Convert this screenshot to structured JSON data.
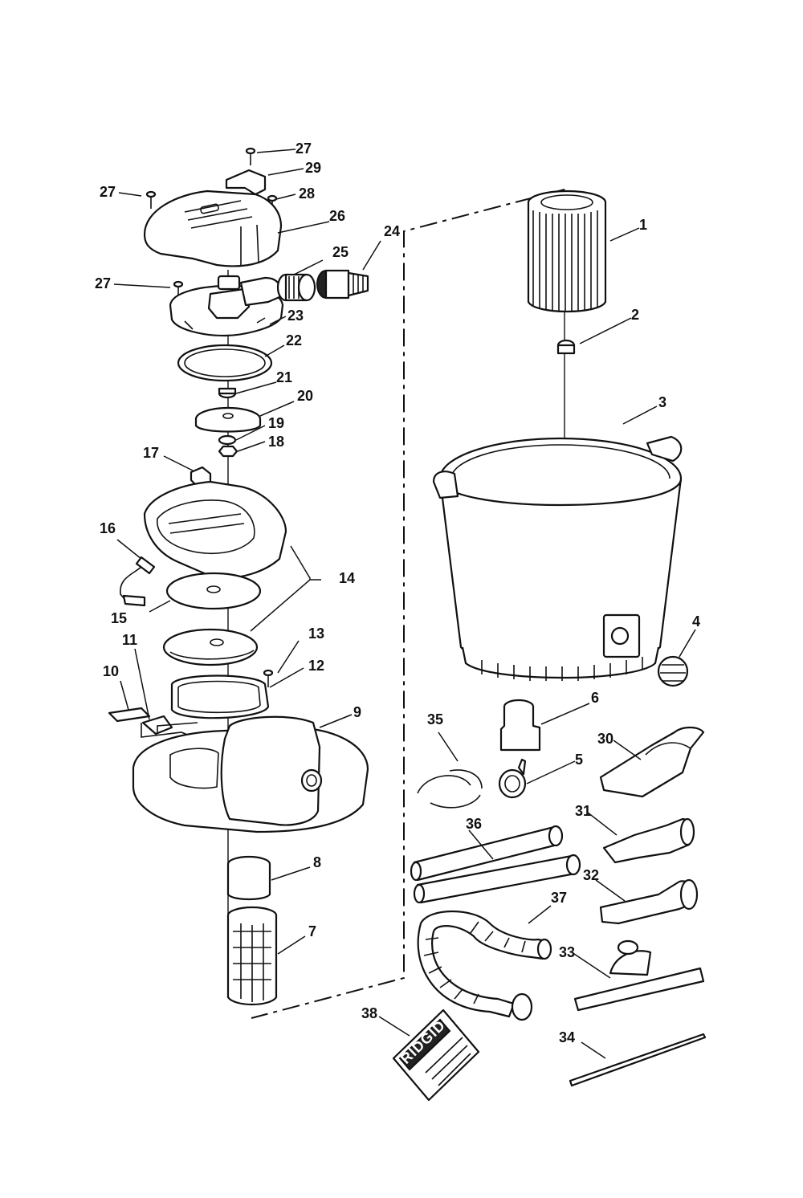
{
  "brand_text": "RIDGID",
  "callouts": [
    {
      "id": "c1",
      "text": "1"
    },
    {
      "id": "c2",
      "text": "2"
    },
    {
      "id": "c3",
      "text": "3"
    },
    {
      "id": "c4",
      "text": "4"
    },
    {
      "id": "c5",
      "text": "5"
    },
    {
      "id": "c6",
      "text": "6"
    },
    {
      "id": "c7",
      "text": "7"
    },
    {
      "id": "c8",
      "text": "8"
    },
    {
      "id": "c9",
      "text": "9"
    },
    {
      "id": "c10",
      "text": "10"
    },
    {
      "id": "c11",
      "text": "11"
    },
    {
      "id": "c12",
      "text": "12"
    },
    {
      "id": "c13",
      "text": "13"
    },
    {
      "id": "c14",
      "text": "14"
    },
    {
      "id": "c15",
      "text": "15"
    },
    {
      "id": "c16",
      "text": "16"
    },
    {
      "id": "c17",
      "text": "17"
    },
    {
      "id": "c18",
      "text": "18"
    },
    {
      "id": "c19",
      "text": "19"
    },
    {
      "id": "c20",
      "text": "20"
    },
    {
      "id": "c21",
      "text": "21"
    },
    {
      "id": "c22",
      "text": "22"
    },
    {
      "id": "c23",
      "text": "23"
    },
    {
      "id": "c24",
      "text": "24"
    },
    {
      "id": "c25",
      "text": "25"
    },
    {
      "id": "c26",
      "text": "26"
    },
    {
      "id": "c27a",
      "text": "27"
    },
    {
      "id": "c27b",
      "text": "27"
    },
    {
      "id": "c27c",
      "text": "27"
    },
    {
      "id": "c28",
      "text": "28"
    },
    {
      "id": "c29",
      "text": "29"
    },
    {
      "id": "c30",
      "text": "30"
    },
    {
      "id": "c31",
      "text": "31"
    },
    {
      "id": "c32",
      "text": "32"
    },
    {
      "id": "c33",
      "text": "33"
    },
    {
      "id": "c34",
      "text": "34"
    },
    {
      "id": "c35",
      "text": "35"
    },
    {
      "id": "c36",
      "text": "36"
    },
    {
      "id": "c37",
      "text": "37"
    },
    {
      "id": "c38",
      "text": "38"
    }
  ]
}
